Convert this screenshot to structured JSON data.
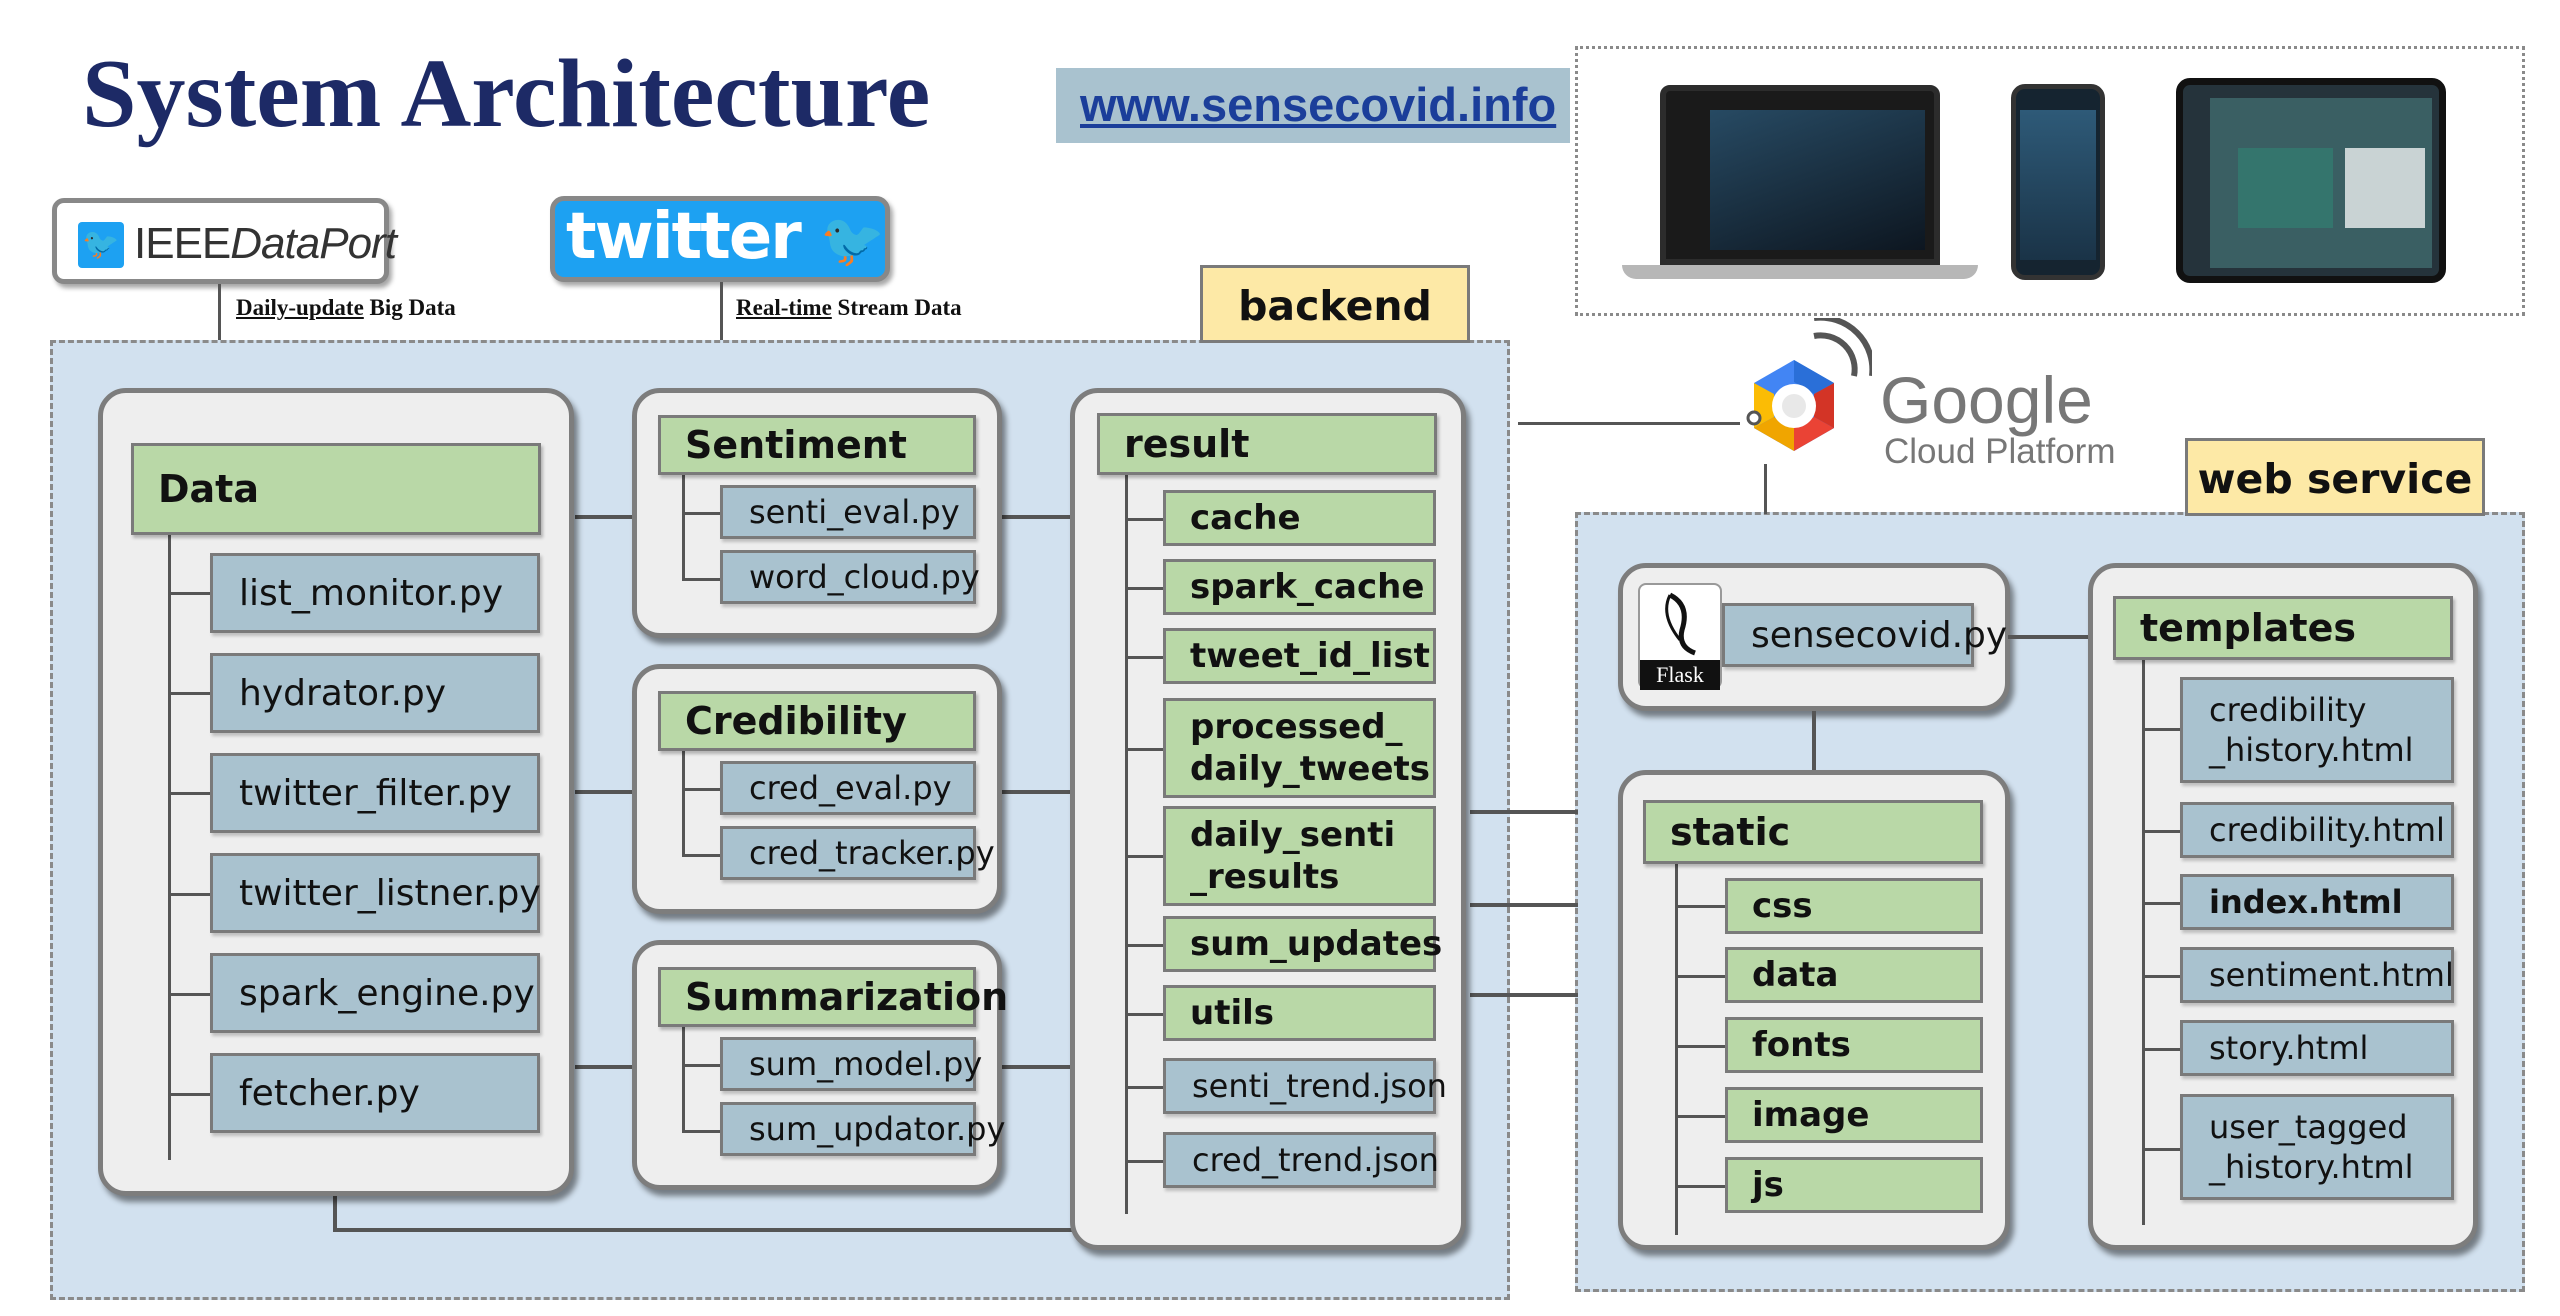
{
  "title": "System Architecture",
  "website": "www.sensecovid.info",
  "sources": {
    "ieee": {
      "icon": "twitter-bird-icon",
      "name_a": "IEEE",
      "name_b": "DataPort",
      "label_u": "Daily-update",
      "label_rest": " Big Data"
    },
    "twitter": {
      "name": "twitter",
      "label_u": "Real-time",
      "label_rest": " Stream Data"
    }
  },
  "backend": {
    "tag": "backend",
    "data": {
      "header": "Data",
      "items": [
        "list_monitor.py",
        "hydrator.py",
        "twitter_filter.py",
        "twitter_listner.py",
        "spark_engine.py",
        "fetcher.py"
      ]
    },
    "sentiment": {
      "header": "Sentiment",
      "items": [
        "senti_eval.py",
        "word_cloud.py"
      ]
    },
    "credibility": {
      "header": "Credibility",
      "items": [
        "cred_eval.py",
        "cred_tracker.py"
      ]
    },
    "summarization": {
      "header": "Summarization",
      "items": [
        "sum_model.py",
        "sum_updator.py"
      ]
    },
    "result": {
      "header": "result",
      "folders": [
        "cache",
        "spark_cache",
        "tweet_id_list",
        "processed_\ndaily_tweets",
        "daily_senti\n_results",
        "sum_updates",
        "utils"
      ],
      "files": [
        "senti_trend.json",
        "cred_trend.json"
      ]
    }
  },
  "gcp": {
    "name": "Google",
    "sub": "Cloud Platform"
  },
  "web_service": {
    "tag": "web service",
    "flask": {
      "label": "Flask",
      "file": "sensecovid.py"
    },
    "static": {
      "header": "static",
      "items": [
        "css",
        "data",
        "fonts",
        "image",
        "js"
      ]
    },
    "templates": {
      "header": "templates",
      "items": [
        "credibility\n_history.html",
        "credibility.html",
        "index.html",
        "sentiment.html",
        "story.html",
        "user_tagged\n_history.html"
      ]
    }
  },
  "colors": {
    "title": "#1d2a66",
    "link": "#1b3e9a",
    "header_green": "#b9d8a7",
    "item_blue": "#a9c2cf",
    "region_blue": "#d2e1ef",
    "tag_yellow": "#fde9a6"
  }
}
